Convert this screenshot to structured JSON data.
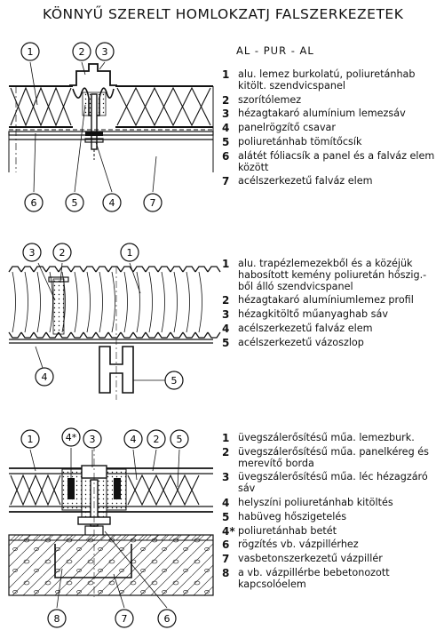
{
  "title": "KÖNNYŰ SZERELT HOMLOKZATJ FALSZERKEZETEK",
  "sections": [
    {
      "subtitle": "AL - PUR - AL",
      "callouts": [
        "1",
        "2",
        "3",
        "6",
        "5",
        "4",
        "7"
      ],
      "legend": [
        {
          "num": "1",
          "text": "alu. lemez burkolatú, poliuretánhab kitölt. szendvicspanel"
        },
        {
          "num": "2",
          "text": "szorítólemez"
        },
        {
          "num": "3",
          "text": "hézagtakaró alumínium lemezsáv"
        },
        {
          "num": "4",
          "text": "panelrögzítő csavar"
        },
        {
          "num": "5",
          "text": "poliuretánhab tömítőcsík"
        },
        {
          "num": "6",
          "text": "alátét fóliacsík a panel és a falváz elem között"
        },
        {
          "num": "7",
          "text": "acélszerkezetű falváz elem"
        }
      ]
    },
    {
      "callouts": [
        "3",
        "2",
        "1",
        "4",
        "5"
      ],
      "legend": [
        {
          "num": "1",
          "text": "alu. trapézlemezekből és a közéjük habosított kemény poliuretán hőszig.-ből álló szendvicspanel"
        },
        {
          "num": "2",
          "text": "hézagtakaró alumíniumlemez profil"
        },
        {
          "num": "3",
          "text": "hézagkitöltő műanyaghab sáv"
        },
        {
          "num": "4",
          "text": "acélszerkezetű falváz elem"
        },
        {
          "num": "5",
          "text": "acélszerkezetű vázoszlop"
        }
      ]
    },
    {
      "callouts": [
        "1",
        "4*",
        "3",
        "4",
        "2",
        "5",
        "8",
        "7",
        "6"
      ],
      "legend": [
        {
          "num": "1",
          "text": "üvegszálerősítésű műa. lemezburk."
        },
        {
          "num": "2",
          "text": "üvegszálerősítésű műa. panelkéreg és merevítő borda"
        },
        {
          "num": "3",
          "text": "üvegszálerősítésű műa. léc hézagzáró sáv"
        },
        {
          "num": "4",
          "text": "helyszíni poliuretánhab kitöltés"
        },
        {
          "num": "5",
          "text": "habüveg hőszigetelés"
        },
        {
          "num": "4*",
          "text": "poliuretánhab betét"
        },
        {
          "num": "6",
          "text": "rögzítés vb. vázpillérhez"
        },
        {
          "num": "7",
          "text": "vasbetonszerkezetű vázpillér"
        },
        {
          "num": "8",
          "text": "a vb. vázpillérbe bebetonozott kapcsolóelem"
        }
      ]
    }
  ]
}
